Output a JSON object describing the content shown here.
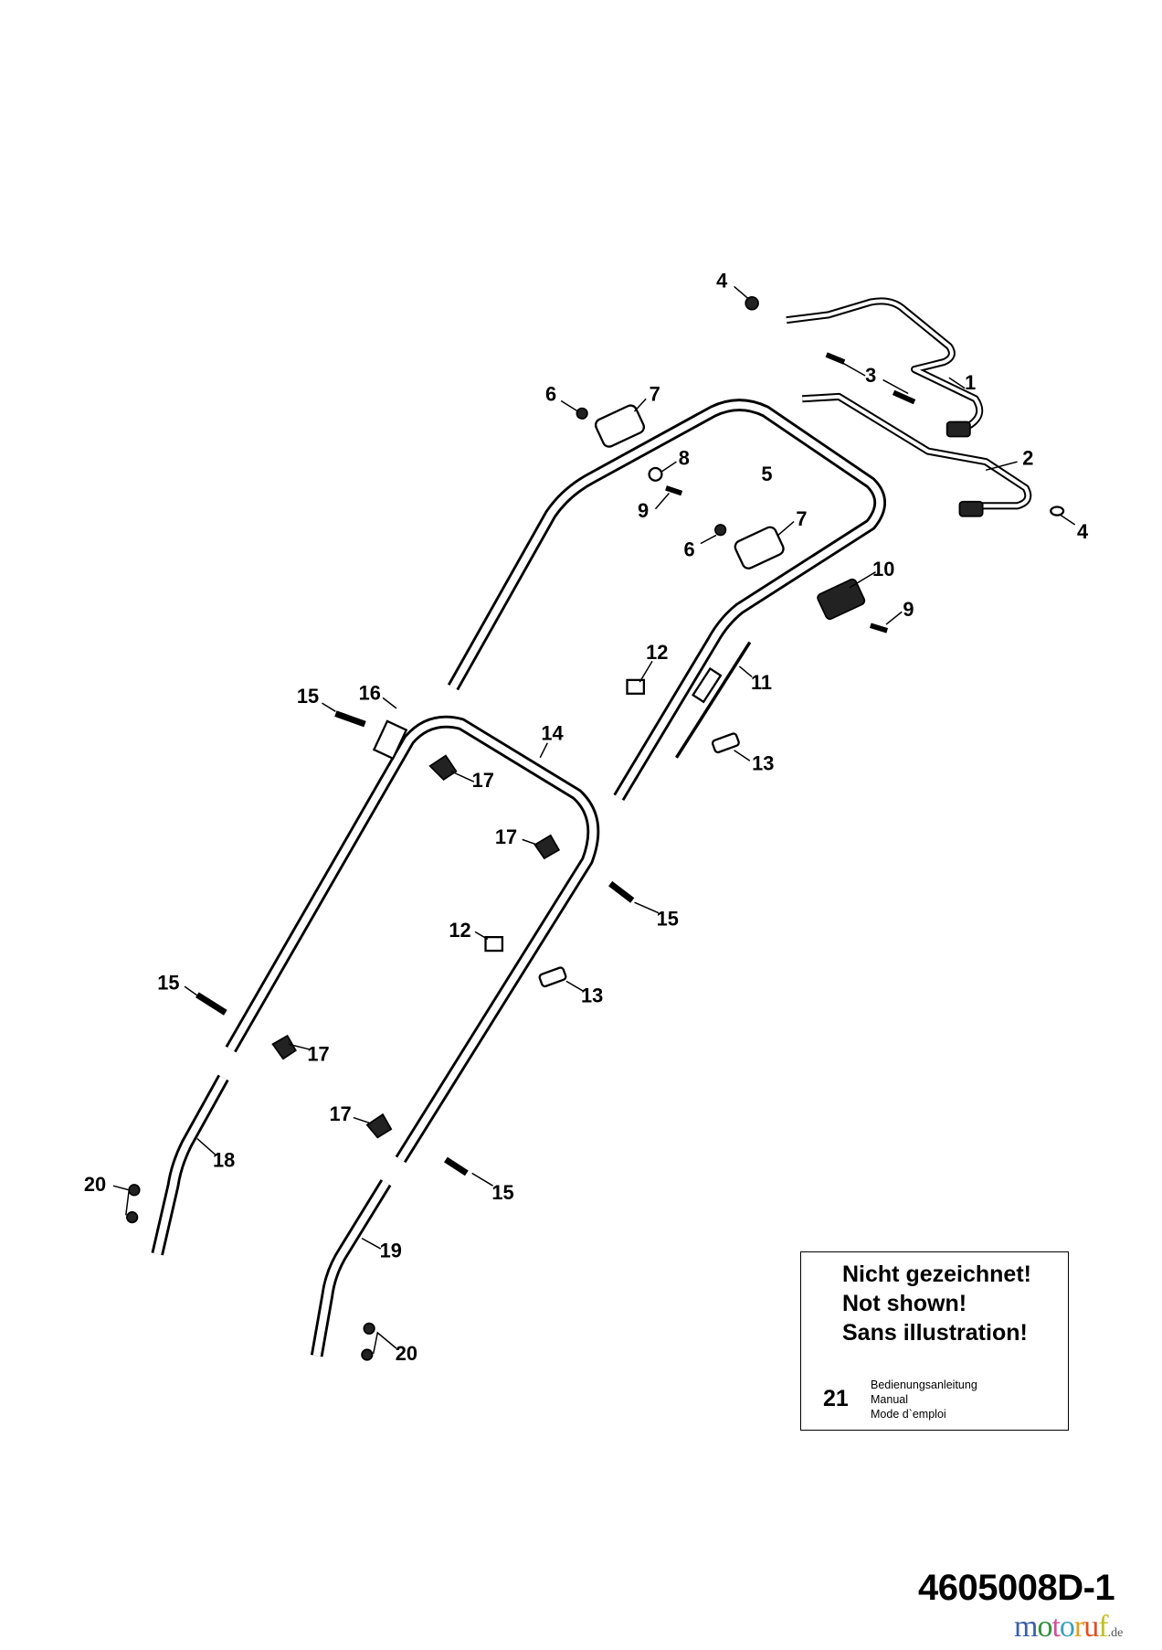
{
  "callouts": {
    "c1": "1",
    "c2": "2",
    "c3": "3",
    "c4a": "4",
    "c4b": "4",
    "c5": "5",
    "c6a": "6",
    "c6b": "6",
    "c7a": "7",
    "c7b": "7",
    "c8": "8",
    "c9a": "9",
    "c9b": "9",
    "c10": "10",
    "c11": "11",
    "c12a": "12",
    "c12b": "12",
    "c13a": "13",
    "c13b": "13",
    "c14": "14",
    "c15a": "15",
    "c15b": "15",
    "c15c": "15",
    "c15d": "15",
    "c16": "16",
    "c17a": "17",
    "c17b": "17",
    "c17c": "17",
    "c17d": "17",
    "c18": "18",
    "c19": "19",
    "c20a": "20",
    "c20b": "20"
  },
  "note": {
    "lines": [
      "Nicht gezeichnet!",
      "Not shown!",
      "Sans illustration!"
    ],
    "item_number": "21",
    "item_desc": [
      "Bedienungsanleitung",
      "Manual",
      "Mode d`emploi"
    ]
  },
  "drawing_code": "4605008D-1",
  "watermark": {
    "text": "motoruf",
    "suffix": ".de",
    "colors": [
      "#3b5fa8",
      "#2f8f3a",
      "#d04f9a",
      "#3aa0c0",
      "#e0a020",
      "#e05020",
      "#c0c020"
    ]
  }
}
